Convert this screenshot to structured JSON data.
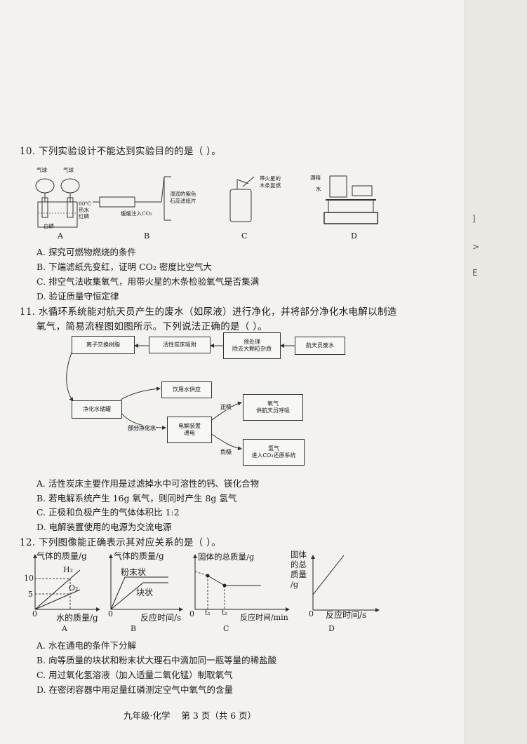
{
  "q10": {
    "stem": "10. 下列实验设计不能达到实验目的的是（    ）。",
    "fig_a": {
      "balloon1": "气球",
      "balloon2": "气球",
      "temp": "80℃",
      "water": "热水",
      "red_p": "红磷",
      "white_p": "白磷",
      "label": "A"
    },
    "fig_b": {
      "paper1": "湿润的紫色",
      "paper2": "石蕊滤纸片",
      "inject": "缓缓注入CO₂",
      "label": "B"
    },
    "fig_c": {
      "stick1": "带火星的",
      "stick2": "木条复燃",
      "label": "C"
    },
    "fig_d": {
      "alcohol": "酒精",
      "water": "水",
      "label": "D"
    },
    "options": [
      "A. 探究可燃物燃烧的条件",
      "B. 下端滤纸先变红，证明 CO₂ 密度比空气大",
      "C. 排空气法收集氧气，用带火星的木条检验氧气是否集满",
      "D. 验证质量守恒定律"
    ]
  },
  "q11": {
    "stem1": "11. 水循环系统能对航天员产生的废水（如尿液）进行净化，并将部分净化水电解以制造",
    "stem2": "氧气，简易流程图如图所示。下列说法正确的是（    ）。",
    "flow": {
      "ion": "离子交换树脂",
      "carbon": "活性炭床吸附",
      "pre1": "预处理",
      "pre2": "除去大颗粒杂质",
      "waste": "航天员废水",
      "drink": "饮用水供应",
      "tank": "净化水储罐",
      "part": "部分净化水",
      "elec1": "电解装置",
      "elec2": "通电",
      "pos": "正极",
      "neg": "负极",
      "o2_1": "氧气",
      "o2_2": "供航天员呼吸",
      "h2_1": "氢气",
      "h2_2": "进入CO₂还原系统"
    },
    "options": [
      "A. 活性炭床主要作用是过滤掉水中可溶性的钙、镁化合物",
      "B. 若电解系统产生 16g 氧气，则同时产生 8g 氢气",
      "C. 正极和负极产生的气体体积比 1:2",
      "D. 电解装置使用的电源为交流电源"
    ]
  },
  "q12": {
    "stem": "12. 下列图像能正确表示其对应关系的是（    ）。",
    "graph_a": {
      "ylabel": "气体的质量/g",
      "xlabel": "水的质量/g",
      "h2": "H₂",
      "o2": "O₂",
      "y10": "10",
      "y5": "5",
      "origin": "0",
      "label": "A"
    },
    "graph_b": {
      "ylabel": "气体的质量/g",
      "xlabel": "反应时间/s",
      "powder": "粉末状",
      "block": "块状",
      "origin": "0",
      "label": "B"
    },
    "graph_c": {
      "ylabel": "固体的总质量/g",
      "xlabel": "反应时间/min",
      "t1": "t₁",
      "t2": "t₂",
      "origin": "0",
      "label": "C"
    },
    "graph_d": {
      "ylabel1": "固体",
      "ylabel2": "的总",
      "ylabel3": "质量",
      "ylabel4": "/g",
      "xlabel": "反应时间/s",
      "origin": "0",
      "label": "D"
    },
    "options": [
      "A. 水在通电的条件下分解",
      "B. 向等质量的块状和粉末状大理石中滴加同一瓶等量的稀盐酸",
      "C. 用过氧化氢溶液（加入适量二氧化锰）制取氧气",
      "D. 在密闭容器中用足量红磷测定空气中氧气的含量"
    ]
  },
  "footer": "九年级·化学    第 3 页（共 6 页）"
}
